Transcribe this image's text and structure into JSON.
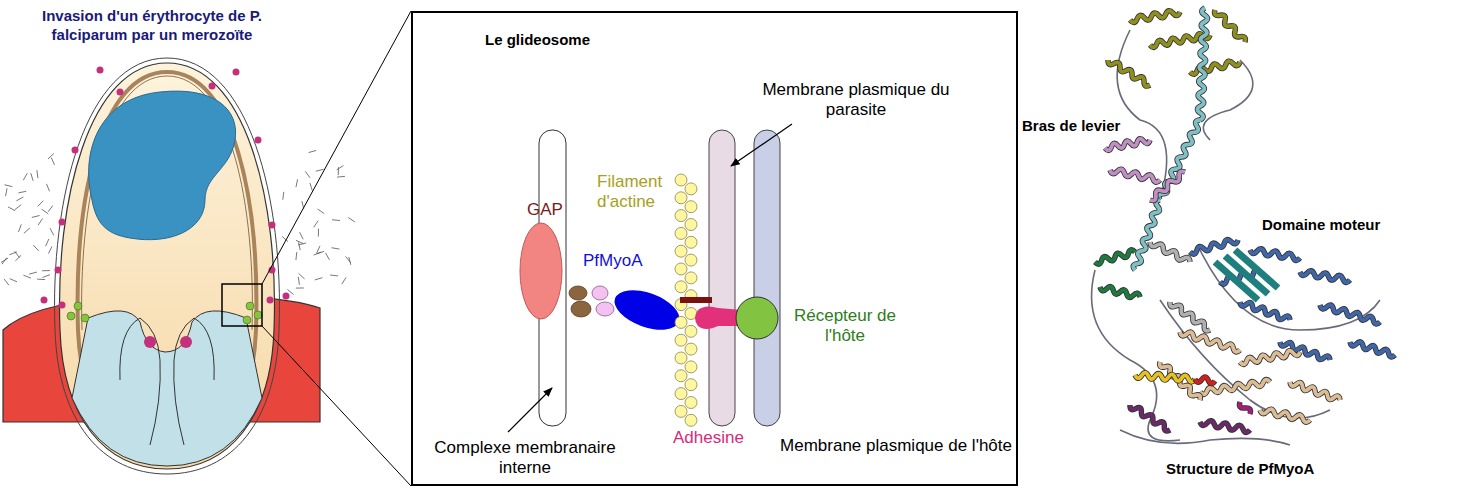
{
  "diagram": {
    "nodes": [
      {
        "text": [
          "Le glideosome"
        ]
      },
      {
        "text": [
          "GAP"
        ],
        "in": 0
      },
      {
        "text": [
          "PfMyoA"
        ],
        "in": 0
      },
      {
        "text": [
          "Filament d'actine"
        ],
        "in": 0
      },
      {
        "text": [
          "Adhesine"
        ],
        "in": 0
      },
      {
        "text": [
          "Récepteur de l'hôte"
        ],
        "in": 0
      }
    ],
    "labels": [
      "Invasion d'un érythrocyte de P. falciparum par un merozoïte",
      "Membrane plasmique du parasite",
      "Complexe membranaire interne",
      "Membrane plasmique de l'hôte",
      "Bras de levier",
      "Domaine moteur",
      "Structure de PfMyoA"
    ]
  }
}
